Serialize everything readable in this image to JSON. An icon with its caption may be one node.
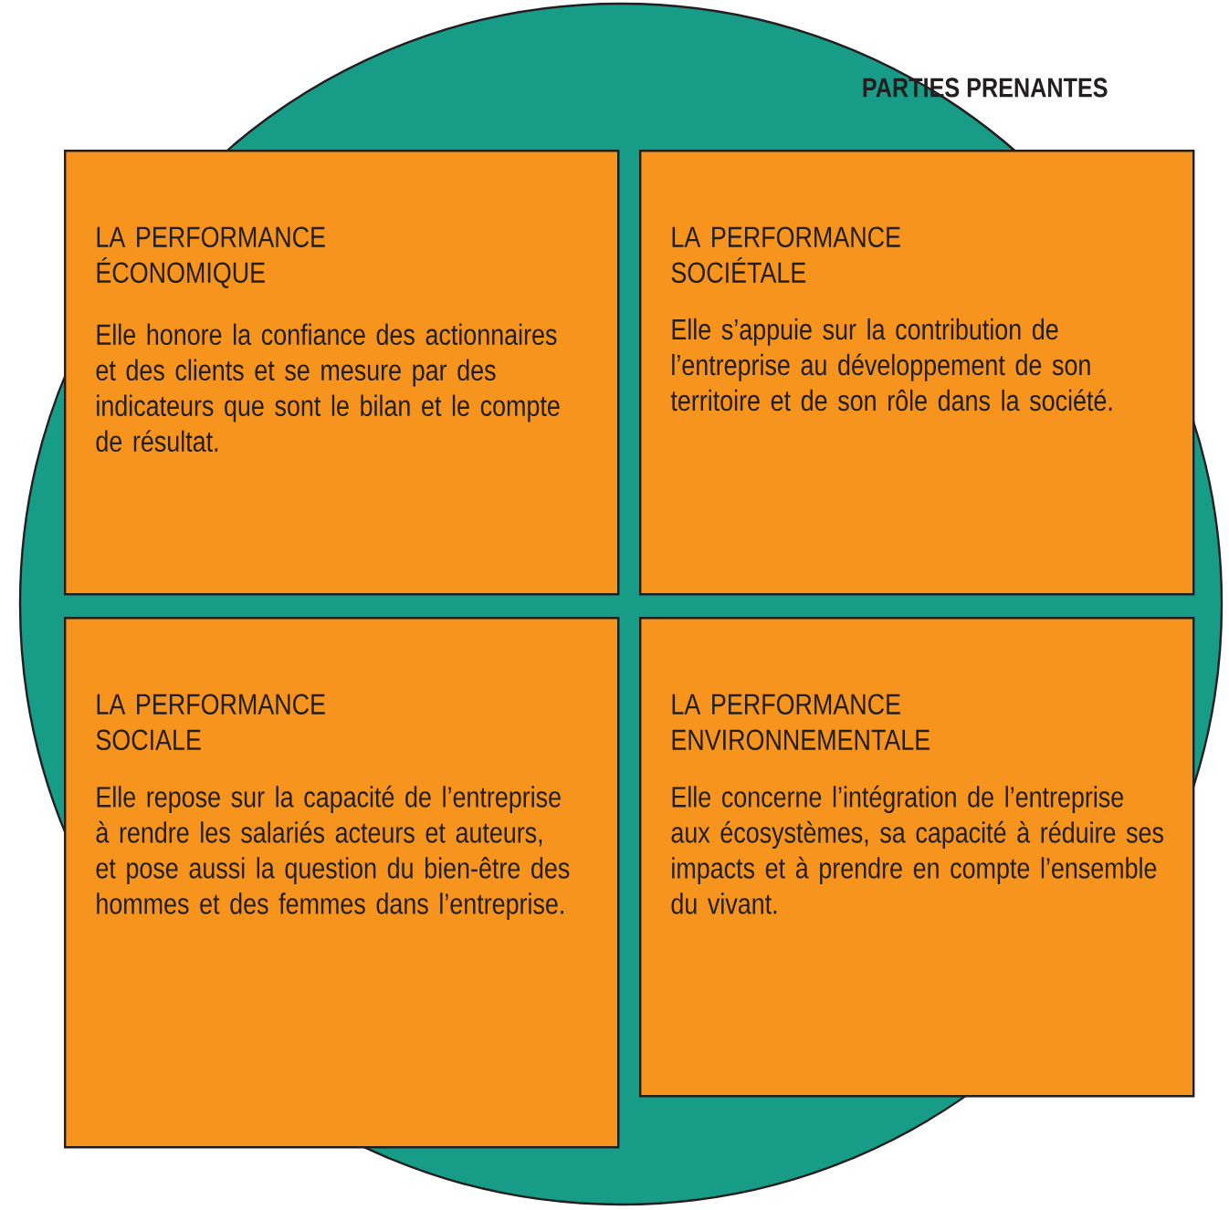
{
  "diagram": {
    "nodes": [
      {
        "text": [
          "PARTIES PRENANTES"
        ]
      },
      {
        "in": 0,
        "text": [
          "LA PERFORMANCE ÉCONOMIQUE",
          "Elle honore la confiance des actionnaires et des clients et se mesure par des indicateurs que sont le bilan et le compte de résultat."
        ]
      },
      {
        "in": 0,
        "text": [
          "LA PERFORMANCE SOCIÉTALE",
          "Elle s’appuie sur la contribution de l’entreprise au développement de son territoire et de son rôle dans la société."
        ]
      },
      {
        "in": 0,
        "text": [
          "LA PERFORMANCE SOCIALE",
          "Elle repose sur la capacité de l’entreprise à rendre les salariés acteurs et auteurs, et pose aussi la question du bien-être des hommes et des femmes dans l’entreprise."
        ]
      },
      {
        "in": 0,
        "text": [
          "LA PERFORMANCE ENVIRONNEMENTALE",
          "Elle concerne l’intégration de l’entreprise aux écosystèmes, sa capacité à réduire ses impacts et à prendre en compte l’ensemble du vivant."
        ]
      }
    ]
  }
}
